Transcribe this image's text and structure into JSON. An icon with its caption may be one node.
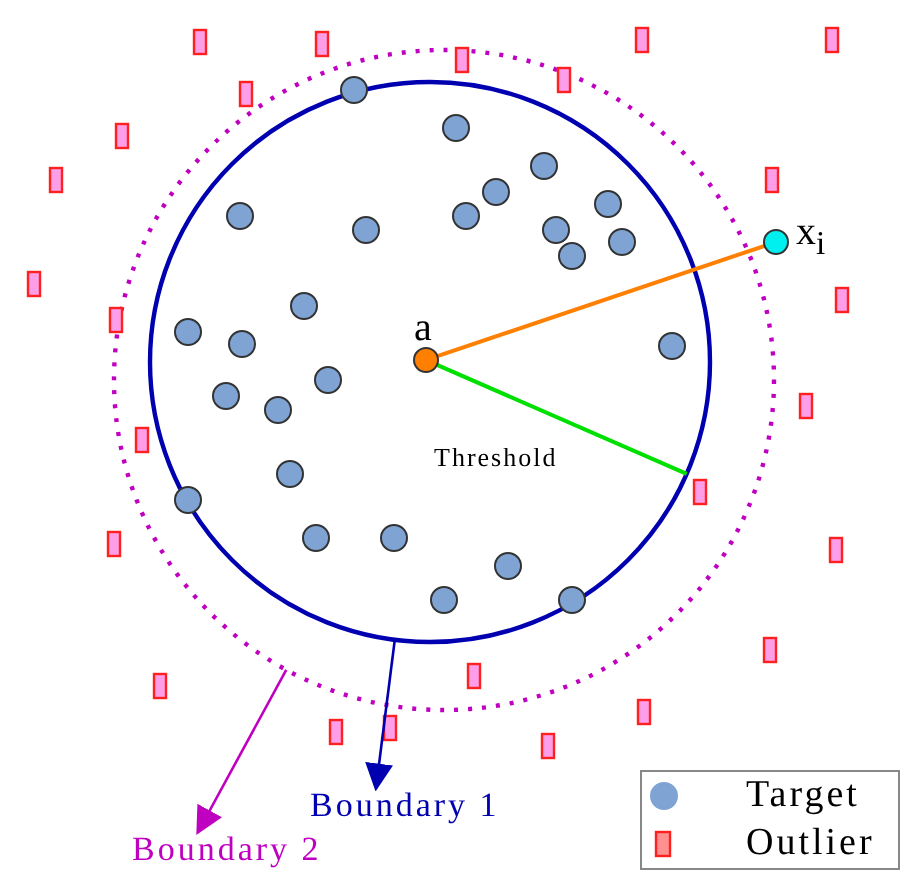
{
  "diagram": {
    "nodes": [
      {
        "text": [],
        "shape": "circle"
      },
      {
        "text": [],
        "shape": "circle",
        "in": 0
      },
      {
        "text": [
          "a"
        ],
        "in": 1
      },
      {
        "text": [
          "x$_{i}$"
        ],
        "in": 0
      },
      {
        "text": [
          "Boundary 1"
        ]
      },
      {
        "text": [
          "Boundary 2"
        ]
      }
    ],
    "edges": [
      {
        "from": 2,
        "to": 3,
        "arrow": "none",
        "color": "#ff8000"
      },
      {
        "from": 2,
        "to": 1,
        "arrow": "none",
        "label": "Threshold",
        "color": "#00e000"
      },
      {
        "from": 1,
        "to": 4,
        "arrow": "to",
        "color": "#0000b0"
      },
      {
        "from": 0,
        "to": 5,
        "arrow": "to",
        "color": "#c000c0"
      }
    ],
    "legend": [
      {
        "text": "Target"
      },
      {
        "text": "Outlier"
      }
    ]
  }
}
